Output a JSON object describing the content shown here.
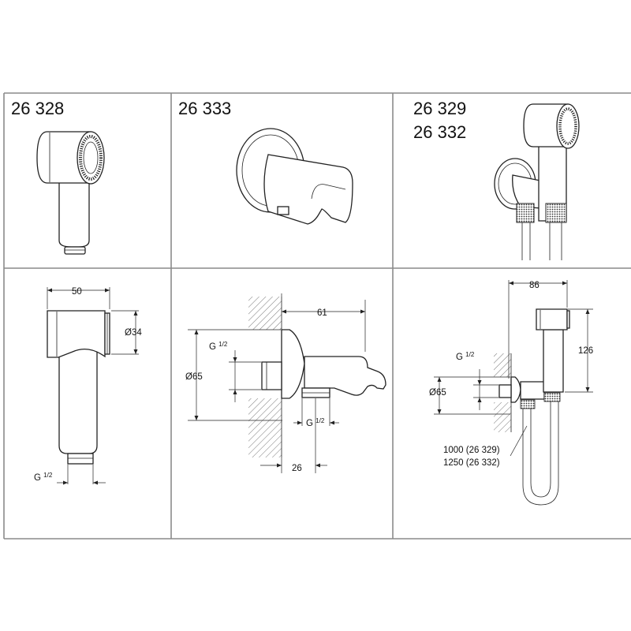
{
  "panels": {
    "top": [
      {
        "codes": [
          "26 328"
        ]
      },
      {
        "codes": [
          "26 333"
        ]
      },
      {
        "codes": [
          "26 329",
          "26 332"
        ]
      }
    ],
    "bottom": [
      {
        "dims": {
          "width": "50",
          "dia": "Ø34",
          "thread_g": "G",
          "thread_frac": "1/2"
        }
      },
      {
        "dims": {
          "depth": "61",
          "dia": "Ø65",
          "thread_in_g": "G",
          "thread_in_frac": "1/2",
          "thread_out_g": "G",
          "thread_out_frac": "1/2",
          "offset": "26"
        }
      },
      {
        "dims": {
          "width": "86",
          "height": "126",
          "dia": "Ø65",
          "thread_g": "G",
          "thread_frac": "1/2",
          "hose_1": "1000 (26 329)",
          "hose_2": "1250 (26 332)"
        }
      }
    ]
  }
}
